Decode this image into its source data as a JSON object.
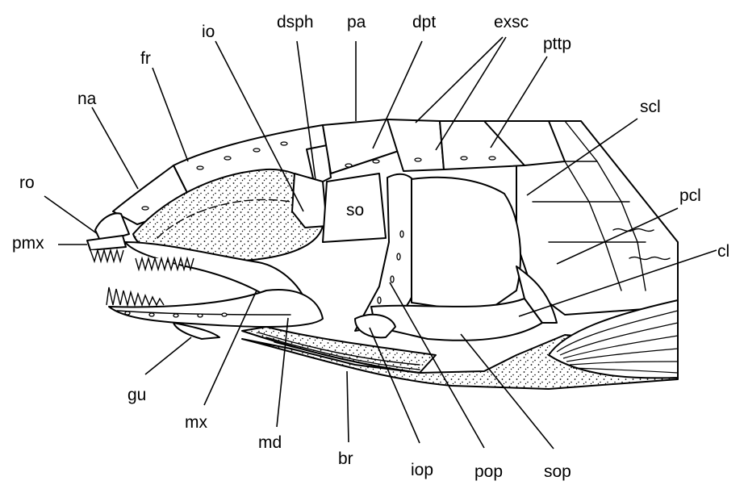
{
  "figure": {
    "labels": {
      "io": "io",
      "dsph": "dsph",
      "pa": "pa",
      "dpt": "dpt",
      "exsc": "exsc",
      "pttp": "pttp",
      "fr": "fr",
      "scl": "scl",
      "na": "na",
      "ro": "ro",
      "pcl": "pcl",
      "pmx": "pmx",
      "cl": "cl",
      "so": "so",
      "gu": "gu",
      "mx": "mx",
      "md": "md",
      "br": "br",
      "iop": "iop",
      "pop": "pop",
      "sop": "sop"
    }
  }
}
